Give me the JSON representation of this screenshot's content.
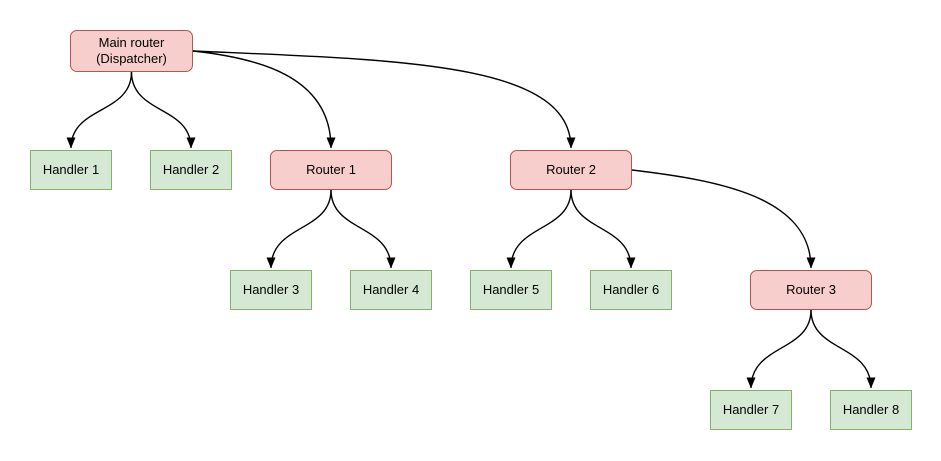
{
  "colors": {
    "background": "#ffffff",
    "router_fill": "#f8cecc",
    "router_stroke": "#b85450",
    "handler_fill": "#d5e8d4",
    "handler_stroke": "#82b366",
    "edge_stroke": "#000000",
    "text": "#000000"
  },
  "nodes": {
    "main_router": {
      "label": "Main router\n(Dispatcher)",
      "type": "router"
    },
    "handler1": {
      "label": "Handler 1",
      "type": "handler"
    },
    "handler2": {
      "label": "Handler 2",
      "type": "handler"
    },
    "router1": {
      "label": "Router 1",
      "type": "router"
    },
    "router2": {
      "label": "Router 2",
      "type": "router"
    },
    "handler3": {
      "label": "Handler 3",
      "type": "handler"
    },
    "handler4": {
      "label": "Handler 4",
      "type": "handler"
    },
    "handler5": {
      "label": "Handler 5",
      "type": "handler"
    },
    "handler6": {
      "label": "Handler 6",
      "type": "handler"
    },
    "router3": {
      "label": "Router 3",
      "type": "router"
    },
    "handler7": {
      "label": "Handler 7",
      "type": "handler"
    },
    "handler8": {
      "label": "Handler 8",
      "type": "handler"
    }
  },
  "edges": [
    {
      "from": "main_router",
      "to": "handler1"
    },
    {
      "from": "main_router",
      "to": "handler2"
    },
    {
      "from": "main_router",
      "to": "router1"
    },
    {
      "from": "main_router",
      "to": "router2"
    },
    {
      "from": "router1",
      "to": "handler3"
    },
    {
      "from": "router1",
      "to": "handler4"
    },
    {
      "from": "router2",
      "to": "handler5"
    },
    {
      "from": "router2",
      "to": "handler6"
    },
    {
      "from": "router2",
      "to": "router3"
    },
    {
      "from": "router3",
      "to": "handler7"
    },
    {
      "from": "router3",
      "to": "handler8"
    }
  ]
}
